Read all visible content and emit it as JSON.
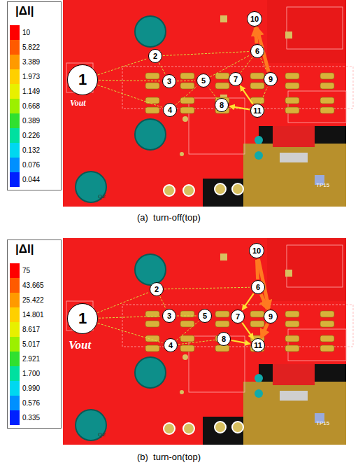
{
  "diagram": {
    "nodes": [
      {
        "text": [
          "1"
        ]
      },
      {
        "text": [
          "2"
        ]
      },
      {
        "text": [
          "3"
        ]
      },
      {
        "text": [
          "4"
        ]
      },
      {
        "text": [
          "5"
        ]
      },
      {
        "text": [
          "6"
        ]
      },
      {
        "text": [
          "7"
        ]
      },
      {
        "text": [
          "8"
        ]
      },
      {
        "text": [
          "9"
        ]
      },
      {
        "text": [
          "10"
        ]
      },
      {
        "text": [
          "11"
        ]
      },
      {
        "text": [
          "1"
        ]
      },
      {
        "text": [
          "2"
        ]
      },
      {
        "text": [
          "3"
        ]
      },
      {
        "text": [
          "4"
        ]
      },
      {
        "text": [
          "5"
        ]
      },
      {
        "text": [
          "6"
        ]
      },
      {
        "text": [
          "7"
        ]
      },
      {
        "text": [
          "8"
        ]
      },
      {
        "text": [
          "9"
        ]
      },
      {
        "text": [
          "10"
        ]
      },
      {
        "text": [
          "11"
        ]
      }
    ],
    "edges": [
      {
        "from": 0,
        "to": 1,
        "arrow": "none"
      },
      {
        "from": 0,
        "to": 2,
        "arrow": "none"
      },
      {
        "from": 0,
        "to": 3,
        "arrow": "none"
      },
      {
        "from": 1,
        "to": 2,
        "arrow": "none"
      },
      {
        "from": 2,
        "to": 4,
        "arrow": "none"
      },
      {
        "from": 3,
        "to": 4,
        "arrow": "none"
      },
      {
        "from": 1,
        "to": 5,
        "arrow": "none"
      },
      {
        "from": 4,
        "to": 5,
        "arrow": "none"
      },
      {
        "from": 5,
        "to": 6,
        "arrow": "none"
      },
      {
        "from": 5,
        "to": 8,
        "arrow": "none"
      },
      {
        "from": 5,
        "to": 9,
        "arrow": "to"
      },
      {
        "from": 8,
        "to": 9,
        "arrow": "to"
      },
      {
        "from": 10,
        "to": 6,
        "arrow": "to"
      },
      {
        "from": 10,
        "to": 7,
        "arrow": "to"
      },
      {
        "from": 7,
        "to": 4,
        "arrow": "none"
      },
      {
        "from": 10,
        "to": 8,
        "arrow": "none"
      },
      {
        "from": 11,
        "to": 12,
        "arrow": "none"
      },
      {
        "from": 11,
        "to": 13,
        "arrow": "none"
      },
      {
        "from": 11,
        "to": 14,
        "arrow": "none"
      },
      {
        "from": 12,
        "to": 13,
        "arrow": "none"
      },
      {
        "from": 13,
        "to": 15,
        "arrow": "none"
      },
      {
        "from": 14,
        "to": 15,
        "arrow": "none"
      },
      {
        "from": 12,
        "to": 16,
        "arrow": "none"
      },
      {
        "from": 16,
        "to": 17,
        "arrow": "to"
      },
      {
        "from": 16,
        "to": 19,
        "arrow": "to"
      },
      {
        "from": 16,
        "to": 20,
        "arrow": "none"
      },
      {
        "from": 20,
        "to": 19,
        "arrow": "to"
      },
      {
        "from": 17,
        "to": 21,
        "arrow": "to"
      },
      {
        "from": 18,
        "to": 21,
        "arrow": "to"
      },
      {
        "from": 19,
        "to": 21,
        "arrow": "to"
      },
      {
        "from": 14,
        "to": 18,
        "arrow": "none"
      }
    ],
    "labels": [
      "|ΔI|",
      "Vout",
      "Q2",
      "TP15",
      "(a)  turn-off(top)",
      "|ΔI|",
      "Vout",
      "Q2",
      "TP15",
      "(b)  turn-on(top)"
    ],
    "legend": [
      {
        "text": "10",
        "color": "#ff0000"
      },
      {
        "text": "5.822",
        "color": "#ff5a00"
      },
      {
        "text": "3.389",
        "color": "#ff9a00"
      },
      {
        "text": "1.973",
        "color": "#ffd000"
      },
      {
        "text": "1.149",
        "color": "#e8f000"
      },
      {
        "text": "0.668",
        "color": "#9cf000"
      },
      {
        "text": "0.389",
        "color": "#30e030"
      },
      {
        "text": "0.226",
        "color": "#00e0a0"
      },
      {
        "text": "0.132",
        "color": "#00d8f0"
      },
      {
        "text": "0.076",
        "color": "#0090ff"
      },
      {
        "text": "0.044",
        "color": "#0020ff"
      },
      {
        "text": "75",
        "color": "#ff0000"
      },
      {
        "text": "43.665",
        "color": "#ff5a00"
      },
      {
        "text": "25.422",
        "color": "#ff9a00"
      },
      {
        "text": "14.801",
        "color": "#ffd000"
      },
      {
        "text": "8.617",
        "color": "#e8f000"
      },
      {
        "text": "5.017",
        "color": "#9cf000"
      },
      {
        "text": "2.921",
        "color": "#30e030"
      },
      {
        "text": "1.700",
        "color": "#00e0a0"
      },
      {
        "text": "0.990",
        "color": "#00d8f0"
      },
      {
        "text": "0.576",
        "color": "#0090ff"
      },
      {
        "text": "0.335",
        "color": "#0020ff"
      }
    ]
  }
}
